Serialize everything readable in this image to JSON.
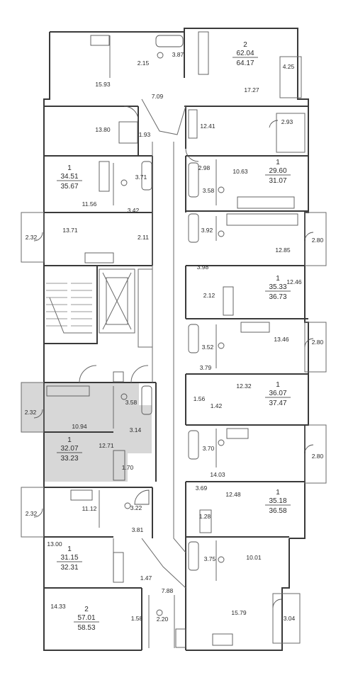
{
  "plan": {
    "highlight_color": "#d7d7d7",
    "wall_color": "#3a3a3a",
    "apartments": [
      {
        "id": "apt-a",
        "rooms": "2",
        "area_living": "62.04",
        "area_total": "64.17"
      },
      {
        "id": "apt-b",
        "rooms": "1",
        "area_living": "29.60",
        "area_total": "31.07"
      },
      {
        "id": "apt-c",
        "rooms": "1",
        "area_living": "34.51",
        "area_total": "35.67"
      },
      {
        "id": "apt-d",
        "rooms": "1",
        "area_living": "35.33",
        "area_total": "36.73"
      },
      {
        "id": "apt-e",
        "rooms": "1",
        "area_living": "36.07",
        "area_total": "37.47"
      },
      {
        "id": "apt-f",
        "rooms": "1",
        "area_living": "32.07",
        "area_total": "33.23",
        "highlighted": true
      },
      {
        "id": "apt-g",
        "rooms": "1",
        "area_living": "35.18",
        "area_total": "36.58"
      },
      {
        "id": "apt-h",
        "rooms": "1",
        "area_living": "31.15",
        "area_total": "32.31"
      },
      {
        "id": "apt-i",
        "rooms": "2",
        "area_living": "57.01",
        "area_total": "58.53"
      }
    ],
    "room_areas": [
      "3.87",
      "2.15",
      "15.93",
      "7.09",
      "4.25",
      "17.27",
      "13.80",
      "1.93",
      "12.41",
      "2.93",
      "3.71",
      "2.98",
      "10.63",
      "3.58",
      "11.56",
      "3.42",
      "13.71",
      "2.32",
      "2.11",
      "3.92",
      "2.80",
      "12.85",
      "3.98",
      "12.46",
      "2.12",
      "3.52",
      "13.46",
      "2.80",
      "3.79",
      "12.32",
      "2.32",
      "3.58",
      "1.56",
      "1.42",
      "10.94",
      "3.14",
      "12.71",
      "3.70",
      "2.80",
      "1.70",
      "14.03",
      "3.69",
      "12.48",
      "11.12",
      "2.32",
      "3.22",
      "1.28",
      "3.81",
      "13.00",
      "3.75",
      "10.01",
      "1.47",
      "7.88",
      "14.33",
      "15.79",
      "3.04",
      "1.58",
      "2.20"
    ]
  }
}
